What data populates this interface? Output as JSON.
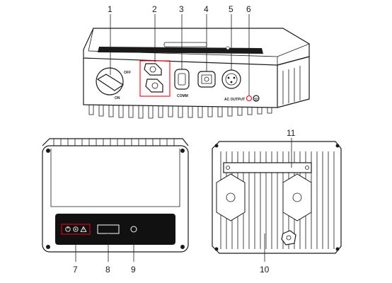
{
  "callouts": [
    "1",
    "2",
    "3",
    "4",
    "5",
    "6",
    "7",
    "8",
    "9",
    "10",
    "11"
  ],
  "labels": {
    "switch_on": "ON",
    "switch_off": "OFF",
    "comm": "COMM",
    "ac_output": "AC OUTPUT"
  },
  "colors": {
    "highlight": "#e60012",
    "line": "#1a1a1a",
    "panel": "#111111"
  },
  "icons": [
    "power-icon",
    "communication-icon",
    "warning-icon"
  ]
}
